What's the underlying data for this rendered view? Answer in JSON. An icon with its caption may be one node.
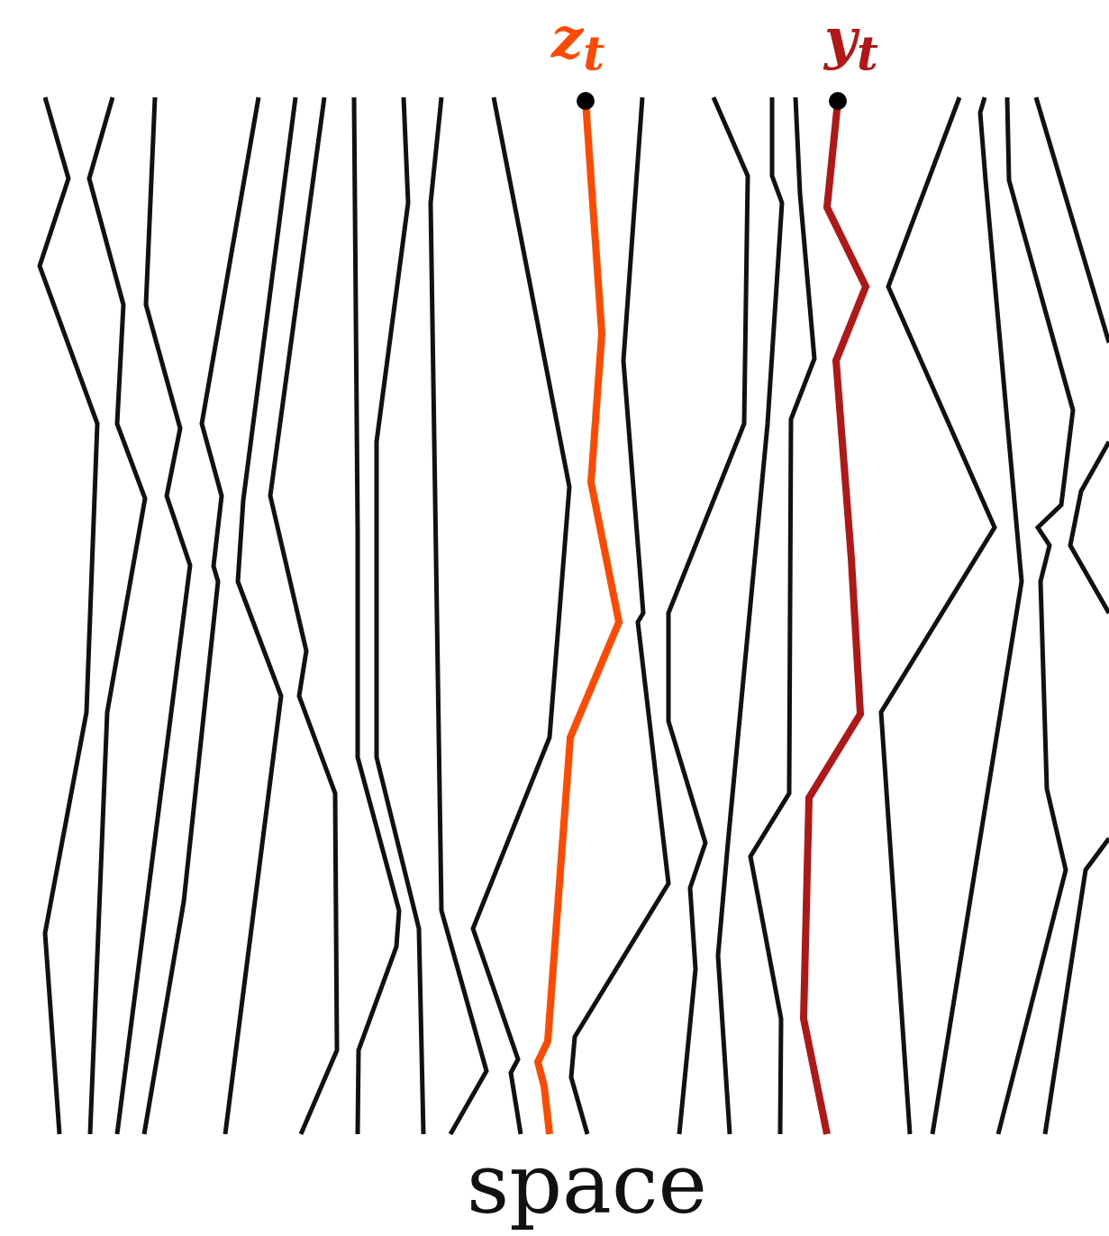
{
  "diagram": {
    "labels": [
      "z$_{t}$",
      "y$_{t}$",
      "space"
    ]
  }
}
